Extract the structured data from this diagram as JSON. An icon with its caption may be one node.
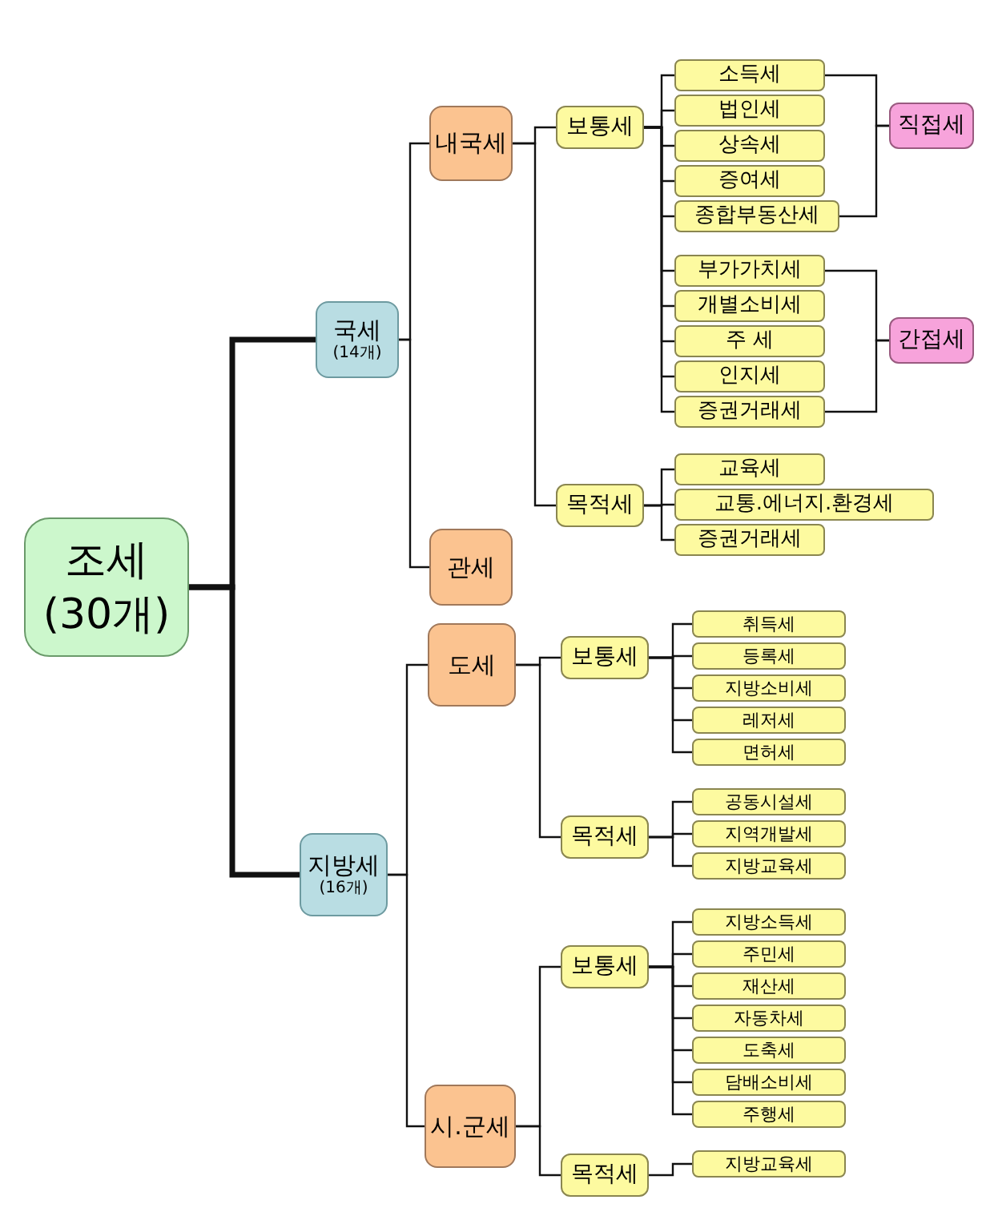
{
  "diagram": {
    "nodes": [
      {
        "text": [
          "조세",
          "(30개)"
        ]
      },
      {
        "text": [
          "국세",
          "(14개)"
        ]
      },
      {
        "text": [
          "내국세"
        ]
      },
      {
        "text": [
          "보통세"
        ]
      },
      {
        "text": [
          "소득세"
        ]
      },
      {
        "text": [
          "법인세"
        ]
      },
      {
        "text": [
          "상속세"
        ]
      },
      {
        "text": [
          "증여세"
        ]
      },
      {
        "text": [
          "종합부동산세"
        ]
      },
      {
        "text": [
          "부가가치세"
        ]
      },
      {
        "text": [
          "개별소비세"
        ]
      },
      {
        "text": [
          "주 세"
        ]
      },
      {
        "text": [
          "인지세"
        ]
      },
      {
        "text": [
          "증권거래세"
        ]
      },
      {
        "text": [
          "직접세"
        ]
      },
      {
        "text": [
          "간접세"
        ]
      },
      {
        "text": [
          "목적세"
        ]
      },
      {
        "text": [
          "교육세"
        ]
      },
      {
        "text": [
          "교통.에너지.환경세"
        ]
      },
      {
        "text": [
          "증권거래세"
        ]
      },
      {
        "text": [
          "관세"
        ]
      },
      {
        "text": [
          "지방세",
          "(16개)"
        ]
      },
      {
        "text": [
          "도세"
        ]
      },
      {
        "text": [
          "보통세"
        ]
      },
      {
        "text": [
          "취득세"
        ]
      },
      {
        "text": [
          "등록세"
        ]
      },
      {
        "text": [
          "지방소비세"
        ]
      },
      {
        "text": [
          "레저세"
        ]
      },
      {
        "text": [
          "면허세"
        ]
      },
      {
        "text": [
          "목적세"
        ]
      },
      {
        "text": [
          "공동시설세"
        ]
      },
      {
        "text": [
          "지역개발세"
        ]
      },
      {
        "text": [
          "지방교육세"
        ]
      },
      {
        "text": [
          "시.군세"
        ]
      },
      {
        "text": [
          "보통세"
        ]
      },
      {
        "text": [
          "지방소득세"
        ]
      },
      {
        "text": [
          "주민세"
        ]
      },
      {
        "text": [
          "재산세"
        ]
      },
      {
        "text": [
          "자동차세"
        ]
      },
      {
        "text": [
          "도축세"
        ]
      },
      {
        "text": [
          "담배소비세"
        ]
      },
      {
        "text": [
          "주행세"
        ]
      },
      {
        "text": [
          "목적세"
        ]
      },
      {
        "text": [
          "지방교육세"
        ]
      }
    ],
    "edges": [
      {
        "from": 0,
        "to": 1,
        "arrow": "none",
        "style": "thick"
      },
      {
        "from": 0,
        "to": 21,
        "arrow": "none",
        "style": "thick"
      },
      {
        "from": 1,
        "to": 2,
        "arrow": "none"
      },
      {
        "from": 1,
        "to": 20,
        "arrow": "none"
      },
      {
        "from": 2,
        "to": 3,
        "arrow": "none"
      },
      {
        "from": 2,
        "to": 16,
        "arrow": "none"
      },
      {
        "from": 3,
        "to": 4,
        "arrow": "none"
      },
      {
        "from": 3,
        "to": 5,
        "arrow": "none"
      },
      {
        "from": 3,
        "to": 6,
        "arrow": "none"
      },
      {
        "from": 3,
        "to": 7,
        "arrow": "none"
      },
      {
        "from": 3,
        "to": 8,
        "arrow": "none"
      },
      {
        "from": 3,
        "to": 9,
        "arrow": "none"
      },
      {
        "from": 3,
        "to": 10,
        "arrow": "none"
      },
      {
        "from": 3,
        "to": 11,
        "arrow": "none"
      },
      {
        "from": 3,
        "to": 12,
        "arrow": "none"
      },
      {
        "from": 3,
        "to": 13,
        "arrow": "none"
      },
      {
        "from": 4,
        "to": 14,
        "arrow": "none"
      },
      {
        "from": 8,
        "to": 14,
        "arrow": "none"
      },
      {
        "from": 9,
        "to": 15,
        "arrow": "none"
      },
      {
        "from": 13,
        "to": 15,
        "arrow": "none"
      },
      {
        "from": 16,
        "to": 17,
        "arrow": "none"
      },
      {
        "from": 16,
        "to": 18,
        "arrow": "none"
      },
      {
        "from": 16,
        "to": 19,
        "arrow": "none"
      },
      {
        "from": 21,
        "to": 22,
        "arrow": "none"
      },
      {
        "from": 21,
        "to": 33,
        "arrow": "none"
      },
      {
        "from": 22,
        "to": 23,
        "arrow": "none"
      },
      {
        "from": 22,
        "to": 29,
        "arrow": "none"
      },
      {
        "from": 23,
        "to": 24,
        "arrow": "none"
      },
      {
        "from": 23,
        "to": 25,
        "arrow": "none"
      },
      {
        "from": 23,
        "to": 26,
        "arrow": "none"
      },
      {
        "from": 23,
        "to": 27,
        "arrow": "none"
      },
      {
        "from": 23,
        "to": 28,
        "arrow": "none"
      },
      {
        "from": 29,
        "to": 30,
        "arrow": "none"
      },
      {
        "from": 29,
        "to": 31,
        "arrow": "none"
      },
      {
        "from": 29,
        "to": 32,
        "arrow": "none"
      },
      {
        "from": 33,
        "to": 34,
        "arrow": "none"
      },
      {
        "from": 33,
        "to": 42,
        "arrow": "none"
      },
      {
        "from": 34,
        "to": 35,
        "arrow": "none"
      },
      {
        "from": 34,
        "to": 36,
        "arrow": "none"
      },
      {
        "from": 34,
        "to": 37,
        "arrow": "none"
      },
      {
        "from": 34,
        "to": 38,
        "arrow": "none"
      },
      {
        "from": 34,
        "to": 39,
        "arrow": "none"
      },
      {
        "from": 34,
        "to": 40,
        "arrow": "none"
      },
      {
        "from": 34,
        "to": 41,
        "arrow": "none"
      },
      {
        "from": 42,
        "to": 43,
        "arrow": "none"
      }
    ]
  }
}
